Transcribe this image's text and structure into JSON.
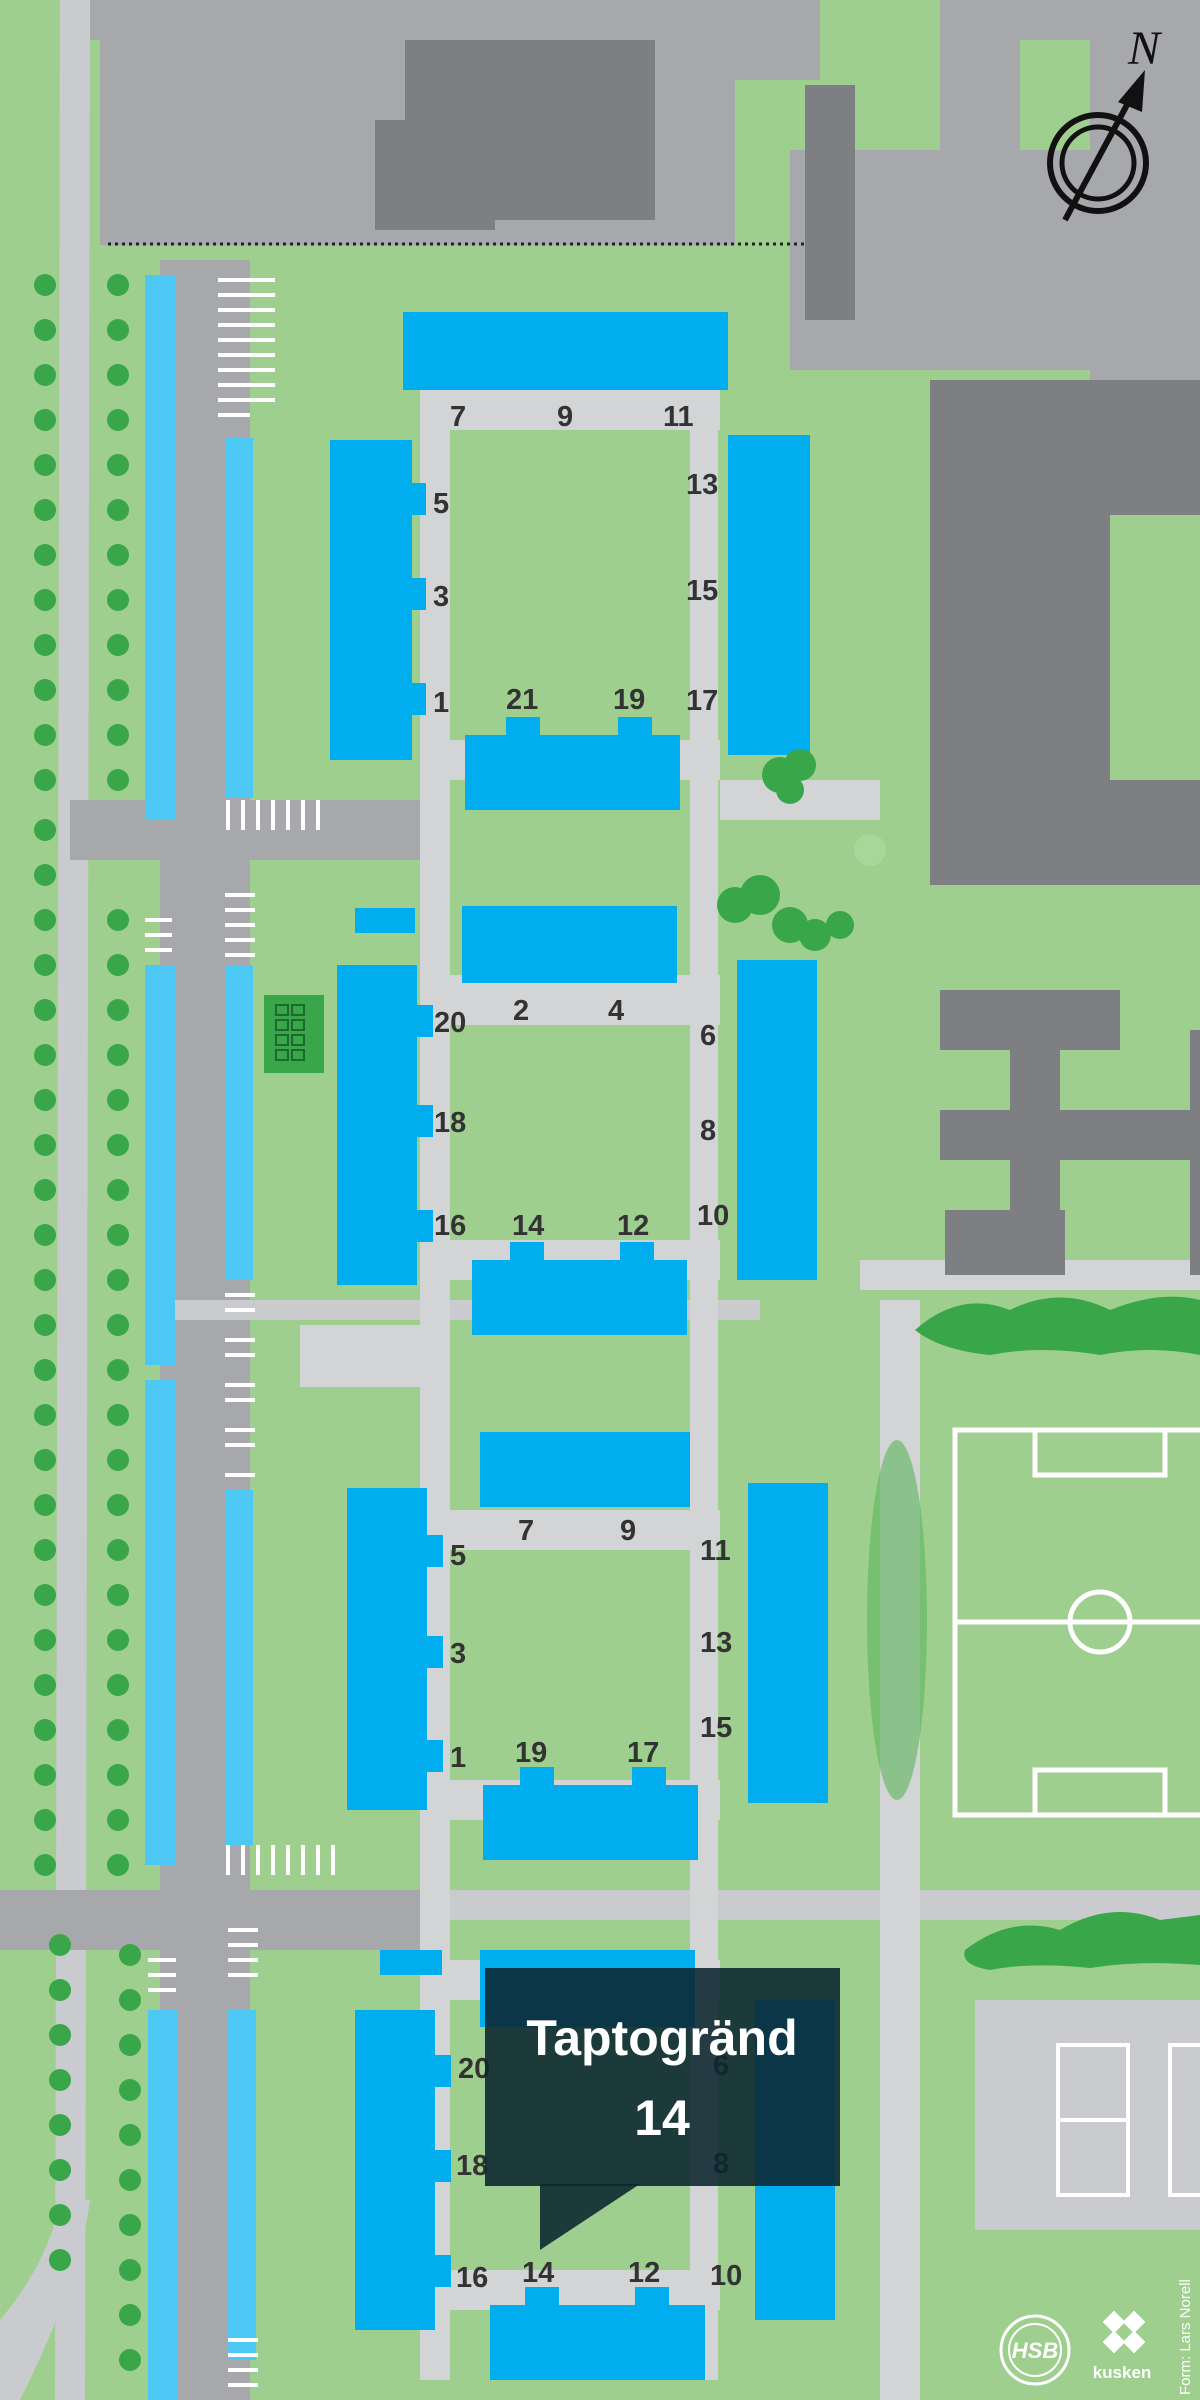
{
  "map": {
    "title": "",
    "compass_letter": "N",
    "callout": {
      "line1": "Taptogränd",
      "line2": "14"
    },
    "credit": "Form: Lars Norell",
    "logo_hsb": "HSB",
    "logo_kusken": "kusken",
    "colors": {
      "grass": "#9fcf8f",
      "road": "#c9cbcf",
      "pavement": "#a6a8ab",
      "building_grey": "#7e7f82",
      "building_blue": "#00aeef",
      "carport": "#4dc8f4",
      "tree": "#3aa64a",
      "callout_bg": "#0b2530"
    },
    "house_numbers": [
      {
        "id": "a7",
        "label": "7"
      },
      {
        "id": "a9",
        "label": "9"
      },
      {
        "id": "a11",
        "label": "11"
      },
      {
        "id": "a5",
        "label": "5"
      },
      {
        "id": "a3",
        "label": "3"
      },
      {
        "id": "a1",
        "label": "1"
      },
      {
        "id": "a13",
        "label": "13"
      },
      {
        "id": "a15",
        "label": "15"
      },
      {
        "id": "a17",
        "label": "17"
      },
      {
        "id": "a21",
        "label": "21"
      },
      {
        "id": "a19",
        "label": "19"
      },
      {
        "id": "b20",
        "label": "20"
      },
      {
        "id": "b2",
        "label": "2"
      },
      {
        "id": "b4",
        "label": "4"
      },
      {
        "id": "b6",
        "label": "6"
      },
      {
        "id": "b18",
        "label": "18"
      },
      {
        "id": "b8",
        "label": "8"
      },
      {
        "id": "b16",
        "label": "16"
      },
      {
        "id": "b14",
        "label": "14"
      },
      {
        "id": "b12",
        "label": "12"
      },
      {
        "id": "b10",
        "label": "10"
      },
      {
        "id": "c7",
        "label": "7"
      },
      {
        "id": "c9",
        "label": "9"
      },
      {
        "id": "c5",
        "label": "5"
      },
      {
        "id": "c11",
        "label": "11"
      },
      {
        "id": "c3",
        "label": "3"
      },
      {
        "id": "c13",
        "label": "13"
      },
      {
        "id": "c15",
        "label": "15"
      },
      {
        "id": "c1",
        "label": "1"
      },
      {
        "id": "c19",
        "label": "19"
      },
      {
        "id": "c17",
        "label": "17"
      },
      {
        "id": "d20",
        "label": "20"
      },
      {
        "id": "d6",
        "label": "6"
      },
      {
        "id": "d18",
        "label": "18"
      },
      {
        "id": "d8",
        "label": "8"
      },
      {
        "id": "d16",
        "label": "16"
      },
      {
        "id": "d14",
        "label": "14"
      },
      {
        "id": "d12",
        "label": "12"
      },
      {
        "id": "d10",
        "label": "10"
      }
    ]
  }
}
